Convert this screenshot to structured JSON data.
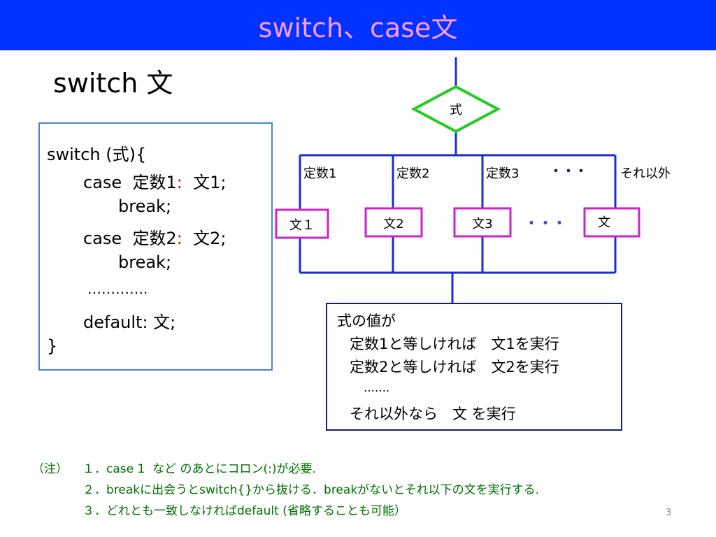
{
  "slide": {
    "title": "switch、case文",
    "heading": "switch 文",
    "page_number": "3"
  },
  "code": {
    "line1": "switch (式){",
    "case1_kw": "case",
    "case1_const": "定数1",
    "colon": ":",
    "case1_stmt": "文1;",
    "break1": "break;",
    "case2_kw": "case",
    "case2_const": "定数2",
    "case2_stmt": "文2;",
    "break2": "break;",
    "ellipsis": "………….",
    "default": "default: 文;",
    "close": "}"
  },
  "flowchart": {
    "decision": "式",
    "branch_labels": [
      "定数1",
      "定数2",
      "定数3",
      "・・・",
      "それ以外"
    ],
    "boxes": [
      "文１",
      "文2",
      "文3",
      "文"
    ],
    "box_dots": "・・・",
    "colors": {
      "decision": "#22cc22",
      "box": "#cc22cc",
      "lines": "#1a2ecc",
      "dots": "#4a4acc"
    }
  },
  "description": {
    "line1": "式の値が",
    "line2": "定数1と等しければ　文1を実行",
    "line3": "定数2と等しければ　文2を実行",
    "line4": "…….",
    "line5": "それ以外なら　文 を実行"
  },
  "notes": {
    "prefix": "（注）",
    "note1": "１．case 1  など のあとにコロン(:)が必要.",
    "note2": "２．breakに出会うとswitch{}から抜ける．breakがないとそれ以下の文を実行する.",
    "note3": "３．どれとも一致しなければdefault (省略することも可能）"
  },
  "colors": {
    "title_bg": "#0033ff",
    "title_text": "#ff99ff",
    "note_text": "#007000",
    "colon": "#e00000"
  }
}
